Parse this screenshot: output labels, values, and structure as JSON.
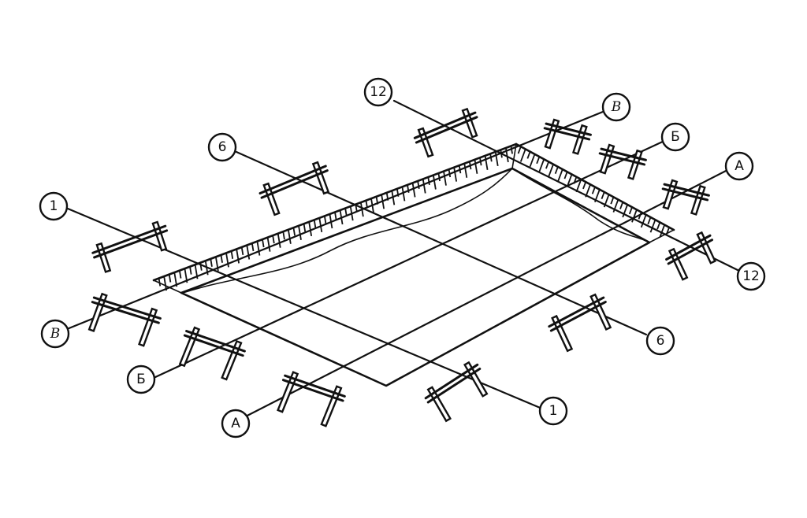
{
  "axes": [
    {
      "id": "a1-top",
      "label": "1",
      "italic": false
    },
    {
      "id": "a1-bottom",
      "label": "1",
      "italic": false
    },
    {
      "id": "a6-top",
      "label": "6",
      "italic": false
    },
    {
      "id": "a6-bottom",
      "label": "6",
      "italic": false
    },
    {
      "id": "a12-top",
      "label": "12",
      "italic": false
    },
    {
      "id": "a12-bottom",
      "label": "12",
      "italic": false
    },
    {
      "id": "aV-top",
      "label": "В",
      "italic": true
    },
    {
      "id": "aV-bottom",
      "label": "В",
      "italic": true
    },
    {
      "id": "aB-top",
      "label": "Б",
      "italic": false
    },
    {
      "id": "aB-bottom",
      "label": "Б",
      "italic": false
    },
    {
      "id": "aA-top",
      "label": "А",
      "italic": false
    },
    {
      "id": "aA-bottom",
      "label": "А",
      "italic": false
    }
  ]
}
